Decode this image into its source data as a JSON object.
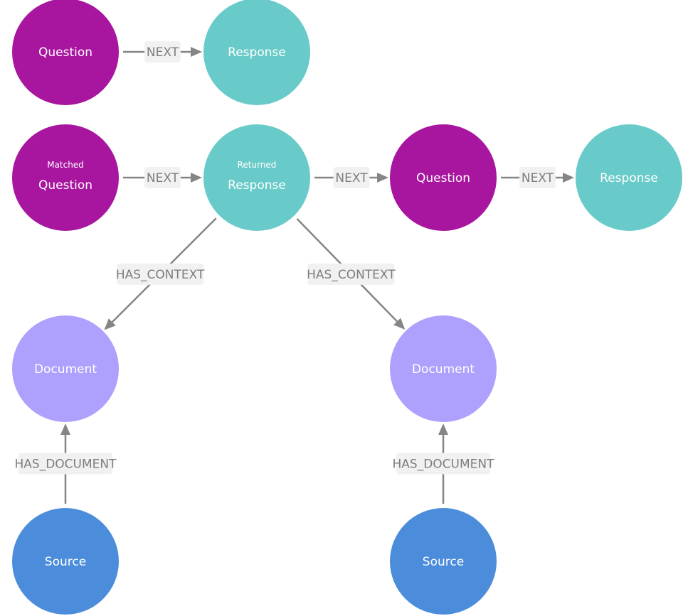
{
  "diagram": {
    "colors": {
      "question": "#a8159f",
      "response": "#69cbc9",
      "document": "#ada1fd",
      "source": "#4b8ddb",
      "edge": "#858585",
      "edge_label_bg": "#f1f1f1",
      "edge_label_text": "#7d7d7d"
    },
    "nodes": [
      {
        "id": "q1",
        "type": "question",
        "label": "Question",
        "sublabel": ""
      },
      {
        "id": "r1",
        "type": "response",
        "label": "Response",
        "sublabel": ""
      },
      {
        "id": "mq",
        "type": "question",
        "label": "Question",
        "sublabel": "Matched"
      },
      {
        "id": "rr",
        "type": "response",
        "label": "Response",
        "sublabel": "Returned"
      },
      {
        "id": "q2",
        "type": "question",
        "label": "Question",
        "sublabel": ""
      },
      {
        "id": "r2",
        "type": "response",
        "label": "Response",
        "sublabel": ""
      },
      {
        "id": "d1",
        "type": "document",
        "label": "Document",
        "sublabel": ""
      },
      {
        "id": "d2",
        "type": "document",
        "label": "Document",
        "sublabel": ""
      },
      {
        "id": "s1",
        "type": "source",
        "label": "Source",
        "sublabel": ""
      },
      {
        "id": "s2",
        "type": "source",
        "label": "Source",
        "sublabel": ""
      }
    ],
    "edges": [
      {
        "from": "q1",
        "to": "r1",
        "label": "NEXT"
      },
      {
        "from": "mq",
        "to": "rr",
        "label": "NEXT"
      },
      {
        "from": "rr",
        "to": "q2",
        "label": "NEXT"
      },
      {
        "from": "q2",
        "to": "r2",
        "label": "NEXT"
      },
      {
        "from": "rr",
        "to": "d1",
        "label": "HAS_CONTEXT"
      },
      {
        "from": "rr",
        "to": "d2",
        "label": "HAS_CONTEXT"
      },
      {
        "from": "s1",
        "to": "d1",
        "label": "HAS_DOCUMENT"
      },
      {
        "from": "s2",
        "to": "d2",
        "label": "HAS_DOCUMENT"
      }
    ]
  }
}
